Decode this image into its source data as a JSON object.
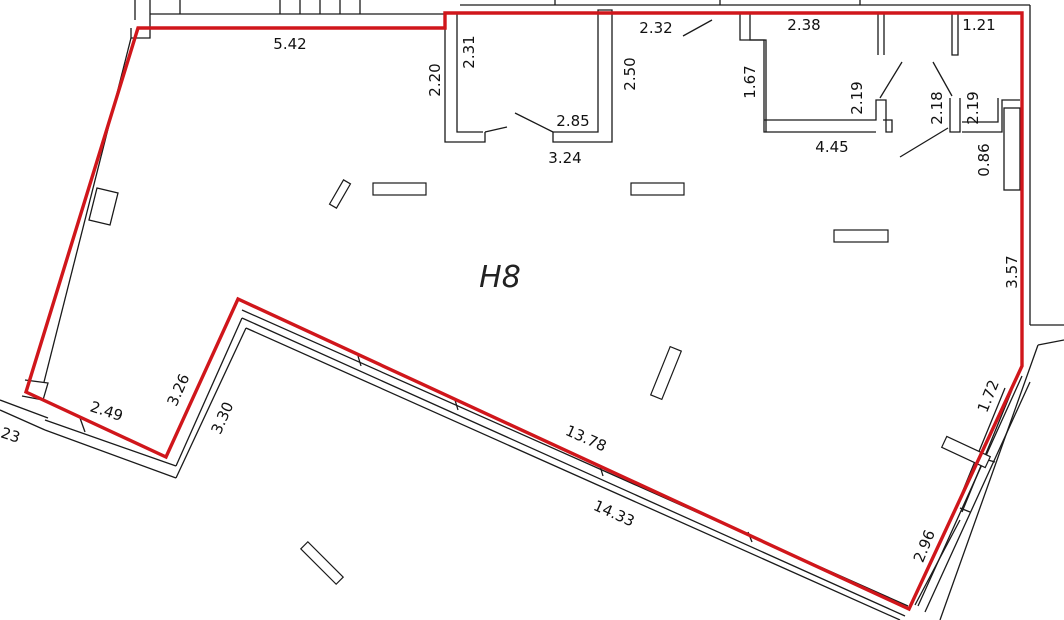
{
  "room": {
    "label": "H8"
  },
  "colors": {
    "boundary": "#d0161b",
    "walls": "#1a1a1a",
    "background": "#ffffff"
  },
  "dimensions": {
    "d542": "5.42",
    "d220": "2.20",
    "d231": "2.31",
    "d250": "2.50",
    "d285": "2.85",
    "d324": "3.24",
    "d232": "2.32",
    "d238": "2.38",
    "d121": "1.21",
    "d167": "1.67",
    "d219a": "2.19",
    "d218": "2.18",
    "d219b": "2.19",
    "d445": "4.45",
    "d086": "0.86",
    "d357": "3.57",
    "d172": "1.72",
    "d296": "2.96",
    "d1378": "13.78",
    "d1433": "14.33",
    "d249": "2.49",
    "d326": "3.26",
    "d330": "3.30",
    "d23": "23"
  }
}
